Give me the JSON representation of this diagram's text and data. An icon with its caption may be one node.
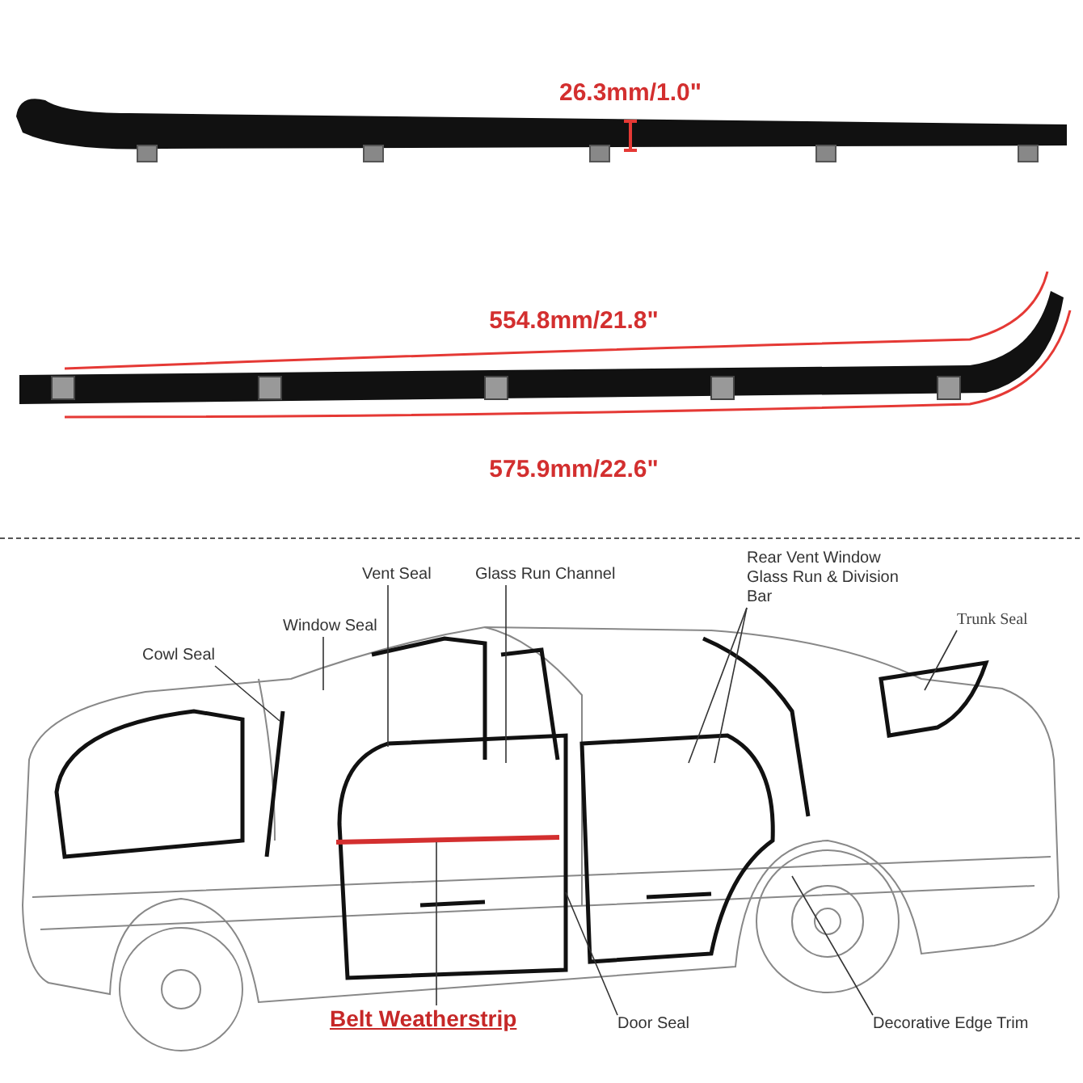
{
  "diagram": {
    "nodes": [
      {
        "text": [
          "Cowl Seal"
        ]
      },
      {
        "text": [
          "Window Seal"
        ]
      },
      {
        "text": [
          "Vent Seal"
        ]
      },
      {
        "text": [
          "Glass Run Channel"
        ]
      },
      {
        "text": [
          "Rear Vent Window Glass Run & Division Bar"
        ]
      },
      {
        "text": [
          "Trunk Seal"
        ]
      },
      {
        "text": [
          "Belt Weatherstrip"
        ]
      },
      {
        "text": [
          "Door Seal"
        ]
      },
      {
        "text": [
          "Decorative Edge Trim"
        ]
      }
    ],
    "edges": [
      {
        "from": 0,
        "to": null,
        "arrow": "none"
      },
      {
        "from": 1,
        "to": null,
        "arrow": "none"
      },
      {
        "from": 2,
        "to": null,
        "arrow": "none"
      },
      {
        "from": 3,
        "to": null,
        "arrow": "none"
      },
      {
        "from": 4,
        "to": null,
        "arrow": "none"
      },
      {
        "from": 4,
        "to": null,
        "arrow": "none"
      },
      {
        "from": 5,
        "to": null,
        "arrow": "none"
      },
      {
        "from": 6,
        "to": null,
        "arrow": "none"
      },
      {
        "from": 7,
        "to": null,
        "arrow": "none"
      },
      {
        "from": 8,
        "to": null,
        "arrow": "none"
      }
    ],
    "labels": [
      "26.3mm/1.0\"",
      "554.8mm/21.8\"",
      "575.9mm/22.6\""
    ]
  }
}
